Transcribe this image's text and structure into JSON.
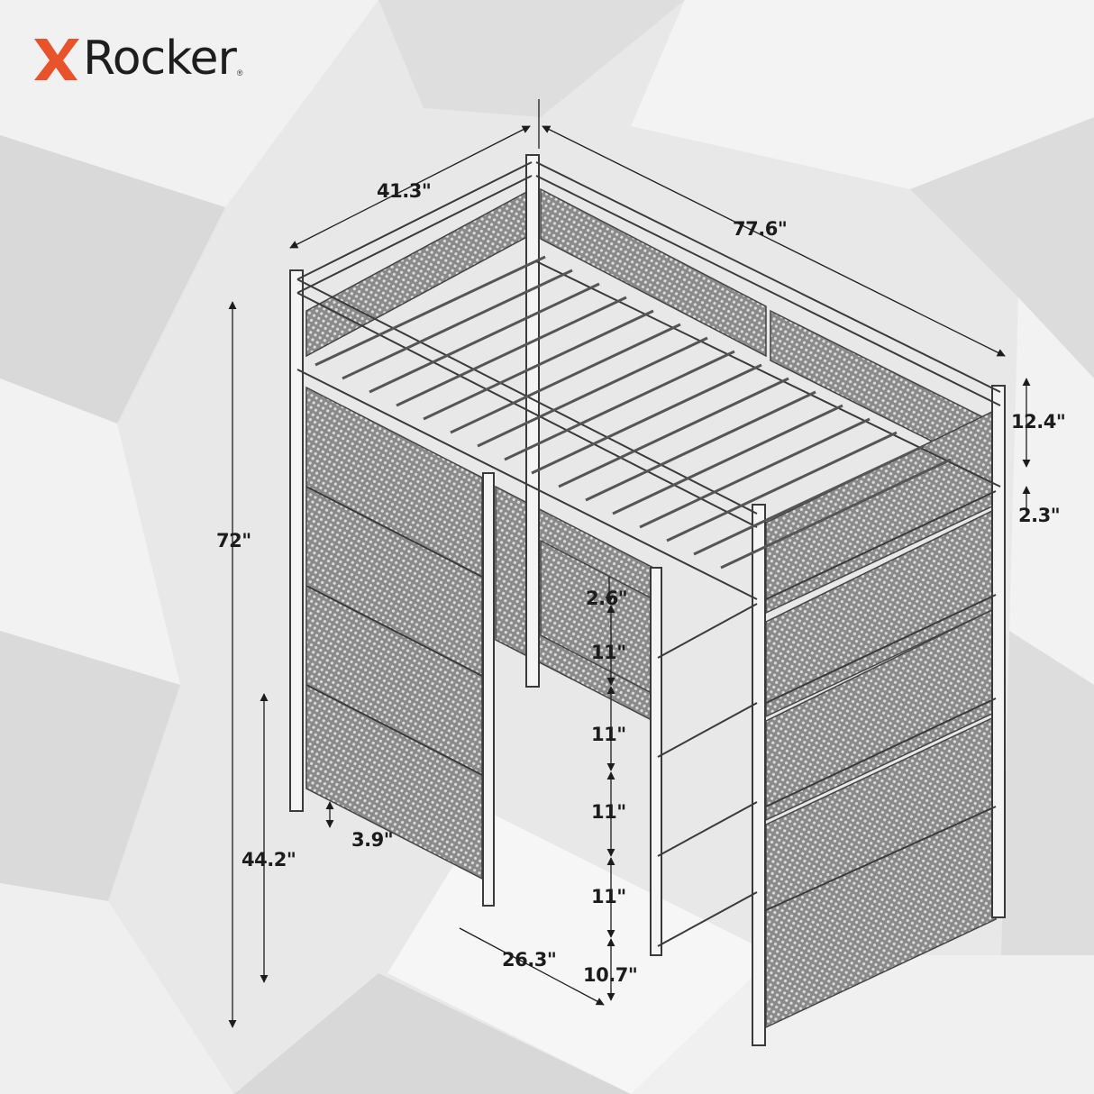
{
  "brand": {
    "name": "Rocker",
    "mark": "X",
    "registered": "®",
    "accent_color": "#e8532b",
    "text_color": "#1e1e1e"
  },
  "product": "Loft bed with storage shelves and ladder (line drawing)",
  "dimensions": {
    "width": "41.3\"",
    "length": "77.6\"",
    "overall_height": "72\"",
    "guardrail_height": "12.4\"",
    "mattress_rail_gap": "2.3\"",
    "top_shelf_gap": "2.6\"",
    "shelf_spacing_1": "11\"",
    "shelf_spacing_2": "11\"",
    "shelf_spacing_3": "11\"",
    "shelf_spacing_4": "11\"",
    "bottom_shelf_clearance": "10.7\"",
    "under_bed_clearance": "44.2\"",
    "ground_clearance": "3.9\"",
    "shelf_depth": "26.3\""
  },
  "colors": {
    "background": "#e9e9e9",
    "line": "#3a3a3a",
    "mesh": "#6d6d6d"
  }
}
